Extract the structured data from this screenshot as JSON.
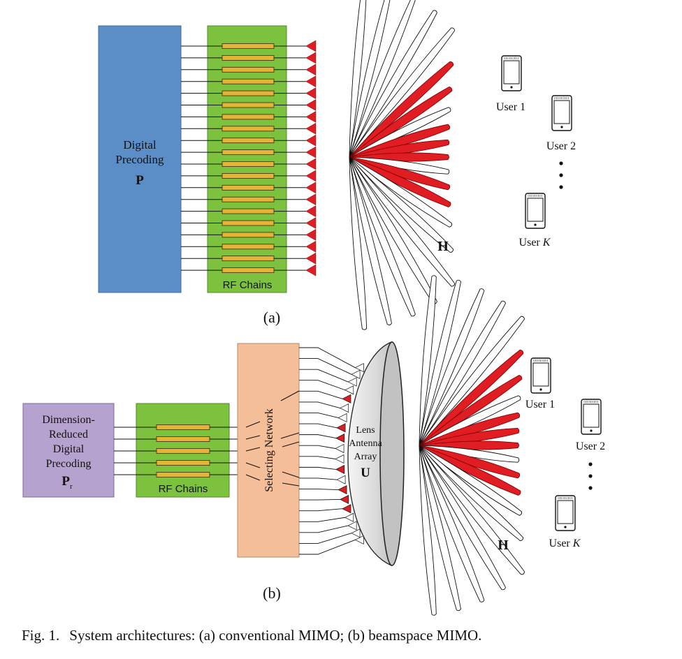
{
  "panel_a": {
    "digital_block": {
      "line1": "Digital",
      "line2": "Precoding",
      "symbol": "P"
    },
    "rf_label": "RF Chains",
    "channel_symbol": "H",
    "sublabel": "(a)",
    "users": {
      "u1": "User 1",
      "u2": "User 2",
      "uk_prefix": "User ",
      "uk_italic": "K"
    },
    "num_chains": 20,
    "beams_highlighted": [
      5,
      6,
      8,
      9,
      10,
      12,
      13
    ]
  },
  "panel_b": {
    "digital_block": {
      "line1": "Dimension-",
      "line2": "Reduced",
      "line3": "Digital",
      "line4": "Precoding",
      "symbol": "P",
      "subscript": "r"
    },
    "rf_label": "RF Chains",
    "selecting_label": "Selecting Network",
    "lens_label": {
      "line1": "Lens",
      "line2": "Antenna",
      "line3": "Array",
      "symbol": "U"
    },
    "channel_symbol": "H",
    "sublabel": "(b)",
    "users": {
      "u1": "User 1",
      "u2": "User 2",
      "uk_prefix": "User ",
      "uk_italic": "K"
    },
    "num_chains": 5
  },
  "caption": {
    "prefix": "Fig. 1.",
    "text": "System architectures: (a) conventional MIMO; (b) beamspace MIMO."
  },
  "colors": {
    "digital_blue": "#5b8ec6",
    "rf_green": "#7cc23f",
    "chain_yellow": "#e3b33a",
    "antenna_red": "#e11d24",
    "digital_purple": "#b6a2cf",
    "selecting_peach": "#f4be98",
    "lens_gray": "#d9d9d9"
  }
}
